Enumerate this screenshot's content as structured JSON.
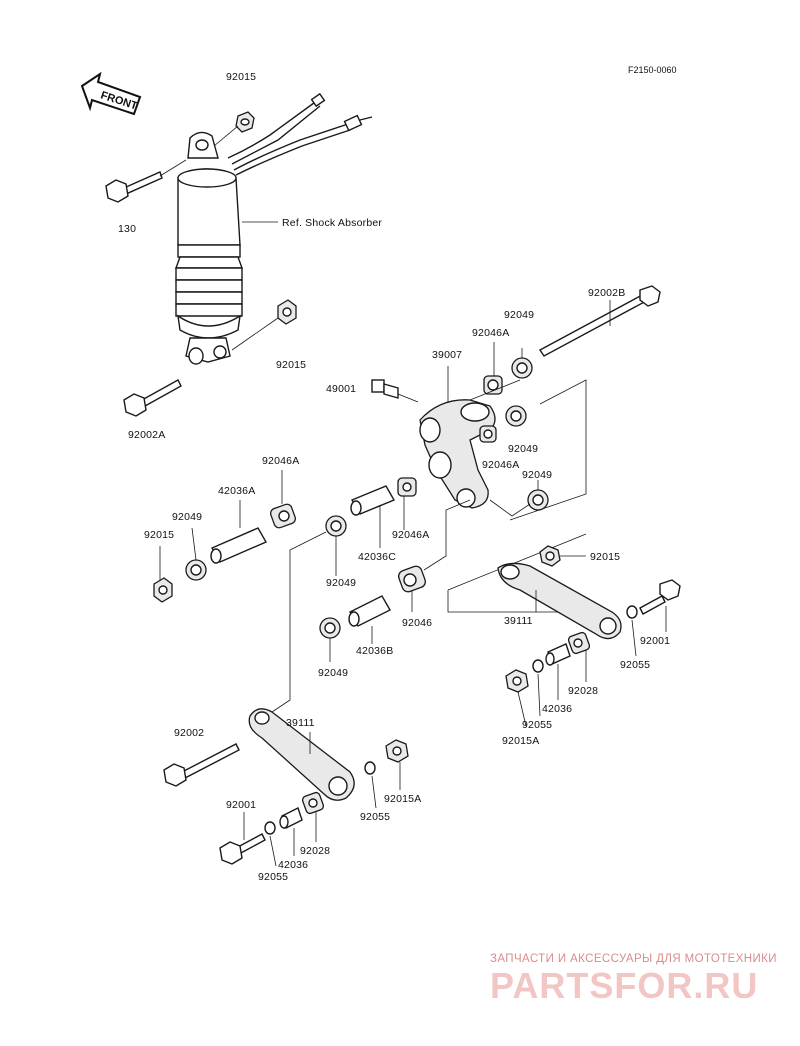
{
  "diagram_code": "F2150-0060",
  "front_label": "FRONT",
  "ref_label": "Ref. Shock Absorber",
  "parts": {
    "p92015_top": "92015",
    "p130": "130",
    "p92015_mid": "92015",
    "p92002A": "92002A",
    "p92002B": "92002B",
    "p92049_a": "92049",
    "p92046A_a": "92046A",
    "p39007": "39007",
    "p49001": "49001",
    "p92049_b": "92049",
    "p92046A_b": "92046A",
    "p92049_c": "92049",
    "p92046A_left": "92046A",
    "p42036A": "42036A",
    "p92049_left": "92049",
    "p92015_left": "92015",
    "p92046A_center": "92046A",
    "p42036C": "42036C",
    "p92049_center": "92049",
    "p92046": "92046",
    "p42036B": "42036B",
    "p92049_low": "92049",
    "p92015_right": "92015",
    "p39111_right": "39111",
    "p92001_right": "92001",
    "p92055_right": "92055",
    "p92028_right": "92028",
    "p42036_right": "42036",
    "p92055_right2": "92055",
    "p92015A_right": "92015A",
    "p92002": "92002",
    "p39111_left": "39111",
    "p92001_left": "92001",
    "p92036_left": "42036",
    "p92028_left": "92028",
    "p92055_left": "92055",
    "p92055_low": "92055",
    "p92015A_low": "92015A"
  },
  "watermark": {
    "line1": "ЗАПЧАСТИ И АКСЕССУАРЫ ДЛЯ МОТОТЕХНИКИ",
    "logo": "PARTSFOR.RU"
  }
}
